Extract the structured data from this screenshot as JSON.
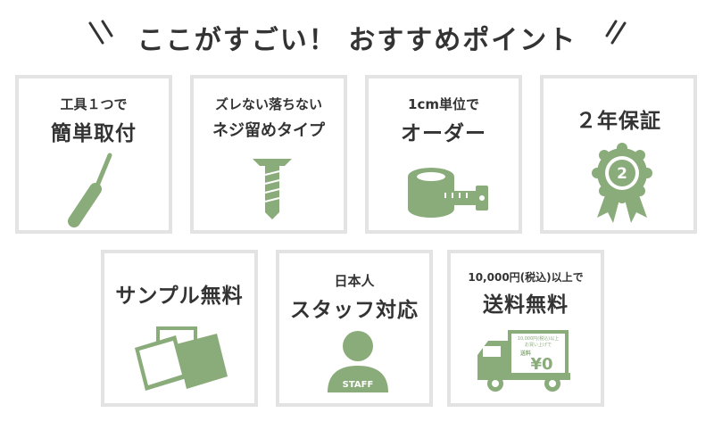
{
  "heading": {
    "title": "ここがすごい！ おすすめポイント"
  },
  "colors": {
    "accent": "#8aab7a",
    "border": "#e3e3e3",
    "text": "#333333"
  },
  "cards": [
    {
      "line1": "工具１つで",
      "line2": "簡単取付",
      "icon": "screwdriver-icon"
    },
    {
      "line1": "ズレない落ちない",
      "line2": "ネジ留めタイプ",
      "icon": "screw-icon"
    },
    {
      "line1": "1cm単位で",
      "line2": "オーダー",
      "icon": "tape-measure-icon"
    },
    {
      "line1": "２年保証",
      "badge": "2",
      "icon": "award-ribbon-icon"
    },
    {
      "line1": "サンプル無料",
      "icon": "fabric-samples-icon"
    },
    {
      "line1": "日本人",
      "line2": "スタッフ対応",
      "badge": "STAFF",
      "icon": "staff-person-icon"
    },
    {
      "line1": "10,000円(税込)以上で",
      "line2": "送料無料",
      "icon": "delivery-truck-icon",
      "truck_text": {
        "l1": "10,000円(税込)以上",
        "l2": "お買い上げで",
        "l3": "送料",
        "l4": "¥0"
      }
    }
  ]
}
